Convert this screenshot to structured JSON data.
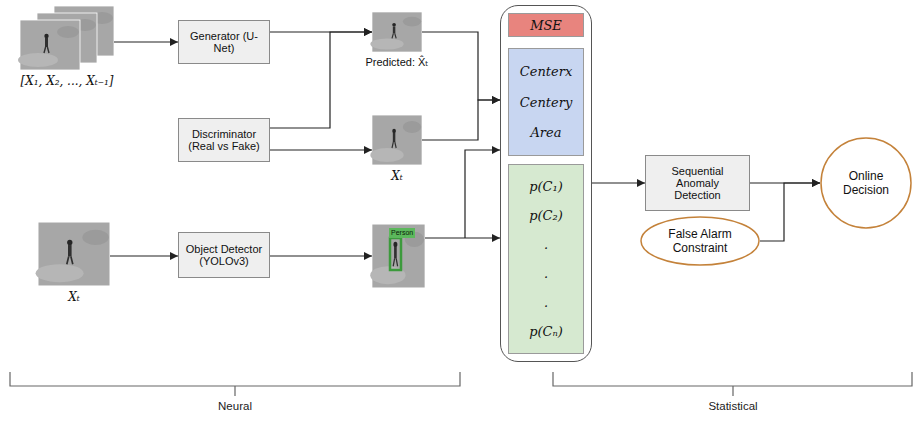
{
  "diagram": {
    "nodes": [
      {
        "text": [
          "[X₁, X₂, ..., Xₜ₋₁]"
        ]
      },
      {
        "text": [
          "Generator (U-Net)"
        ]
      },
      {
        "text": [
          "Predicted: X̂ₜ"
        ]
      },
      {
        "text": [
          "Discriminator (Real vs Fake)"
        ]
      },
      {
        "text": [
          "Xₜ"
        ]
      },
      {
        "text": [
          "Xₜ"
        ]
      },
      {
        "text": [
          "Object Detector (YOLOv3)"
        ]
      },
      {
        "text": [
          "Person"
        ]
      },
      {
        "text": []
      },
      {
        "text": [
          "MSE"
        ],
        "in": 8
      },
      {
        "text": [
          "Centerx",
          "Centery",
          "Area"
        ],
        "in": 8
      },
      {
        "text": [
          "p(C₁)",
          "p(C₂)",
          ".",
          ".",
          ".",
          "p(Cₙ)"
        ],
        "in": 8
      },
      {
        "text": [
          "Sequential Anomaly Detection"
        ]
      },
      {
        "text": [
          "False Alarm Constraint"
        ]
      },
      {
        "text": [
          "Online Decision"
        ]
      }
    ],
    "edges": [
      {
        "from": 0,
        "to": 1,
        "arrow": "to"
      },
      {
        "from": 1,
        "to": 2,
        "arrow": "to"
      },
      {
        "from": 3,
        "to": 2,
        "arrow": "to"
      },
      {
        "from": 3,
        "to": 4,
        "arrow": "to"
      },
      {
        "from": 5,
        "to": 6,
        "arrow": "to"
      },
      {
        "from": 6,
        "to": 7,
        "arrow": "to"
      },
      {
        "from": 2,
        "to": 8,
        "arrow": "to"
      },
      {
        "from": 4,
        "to": 8,
        "arrow": "to"
      },
      {
        "from": 7,
        "to": 8,
        "arrow": "to"
      },
      {
        "from": 8,
        "to": 12,
        "arrow": "to"
      },
      {
        "from": 12,
        "to": 14,
        "arrow": "to"
      },
      {
        "from": 13,
        "to": 14,
        "arrow": "to"
      }
    ],
    "labels": [
      "Neural",
      "Statistical"
    ]
  }
}
